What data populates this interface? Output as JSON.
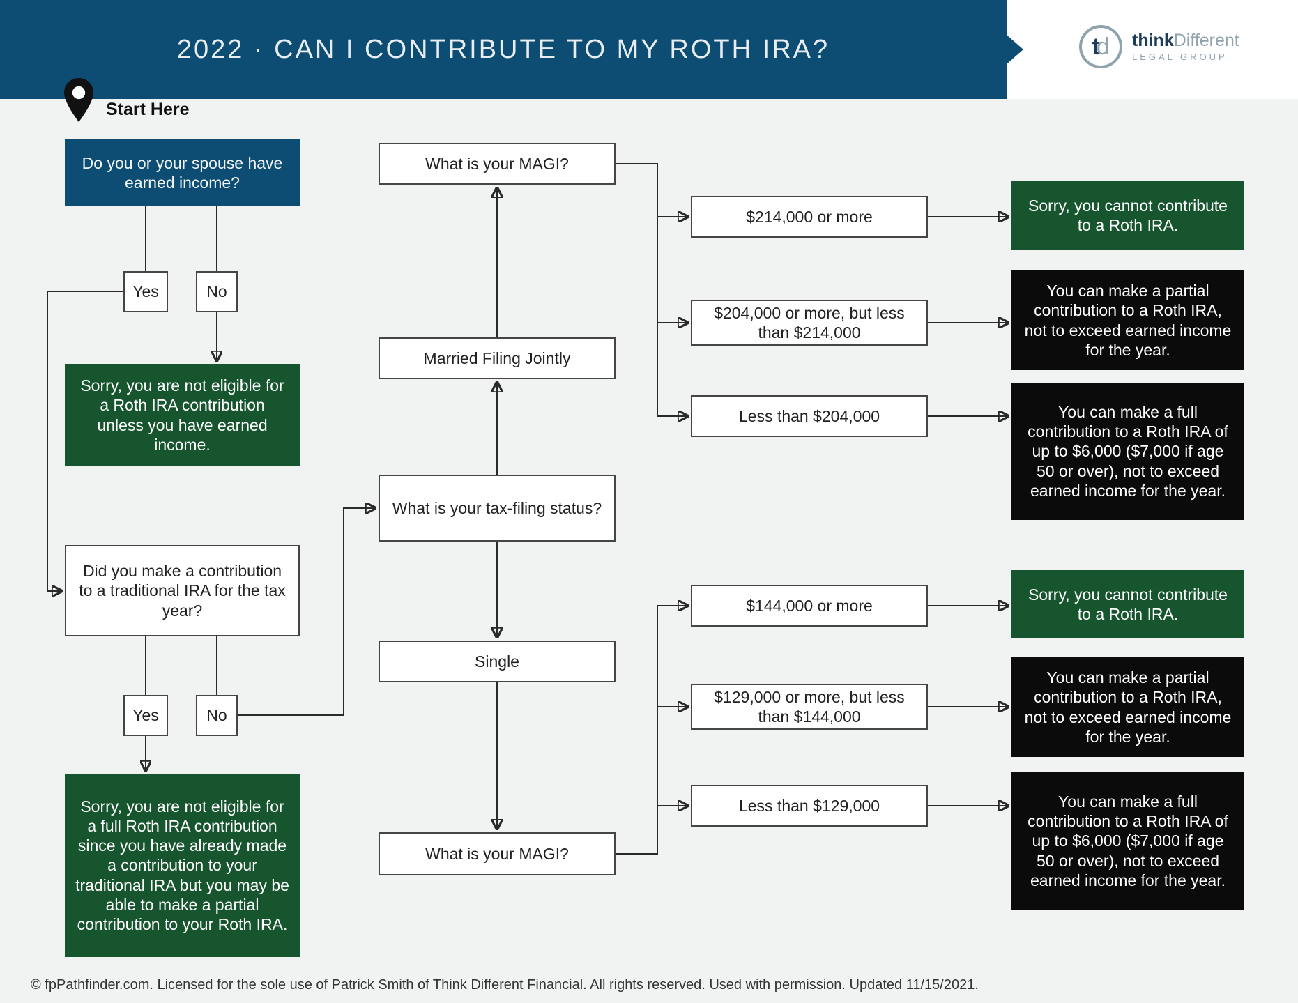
{
  "header": {
    "title": "2022 · CAN I CONTRIBUTE TO MY ROTH IRA?",
    "logo": {
      "mono_t": "t",
      "mono_d": "d",
      "brand_bold": "think",
      "brand_light": "Different",
      "subtitle": "LEGAL GROUP"
    }
  },
  "start": {
    "label": "Start Here"
  },
  "flow": {
    "q_income": "Do you or your spouse have earned income?",
    "yes1": "Yes",
    "no1": "No",
    "res_no_income": "Sorry, you are not eligible for a Roth IRA contribution unless you have earned income.",
    "q_trad": "Did you make a contribution to a traditional IRA for the tax year?",
    "yes2": "Yes",
    "no2": "No",
    "res_trad": "Sorry, you are not eligible for a full Roth IRA contribution since you have already made a contribution to your traditional IRA but you may be able to make a partial contribution to your Roth IRA.",
    "q_filing": "What is your tax-filing status?",
    "mfj": "Married Filing Jointly",
    "single": "Single",
    "q_magi_top": "What is your MAGI?",
    "q_magi_bottom": "What is your MAGI?",
    "opt_214": "$214,000 or more",
    "opt_204_214": "$204,000 or more, but less than $214,000",
    "opt_lt204": "Less than $204,000",
    "opt_144": "$144,000 or more",
    "opt_129_144": "$129,000 or more, but less than $144,000",
    "opt_lt129": "Less than $129,000",
    "res_sorry_mfj": "Sorry, you cannot contribute to a Roth IRA.",
    "res_partial_mfj": "You can make a partial contribution to a Roth IRA, not to exceed earned income for the year.",
    "res_full_mfj": "You can make a full contribution to a Roth IRA of up to $6,000 ($7,000 if age 50 or over), not to exceed earned income for the year.",
    "res_sorry_single": "Sorry, you cannot contribute to a Roth IRA.",
    "res_partial_single": "You can make a partial contribution to a Roth IRA, not to exceed earned income for the year.",
    "res_full_single": "You can make a full contribution to a Roth IRA of up to $6,000 ($7,000 if age 50 or over), not to exceed earned income for the year."
  },
  "footer": {
    "text": "© fpPathfinder.com. Licensed for the sole use of Patrick Smith of Think Different Financial. All rights reserved. Used with permission. Updated 11/15/2021."
  },
  "colors": {
    "header_blue": "#0d4d73",
    "result_green": "#17552f",
    "result_black": "#0b0b0b",
    "background": "#f1f2f2",
    "logo_navy": "#1d3c5a",
    "logo_gray": "#8fa3ad"
  }
}
